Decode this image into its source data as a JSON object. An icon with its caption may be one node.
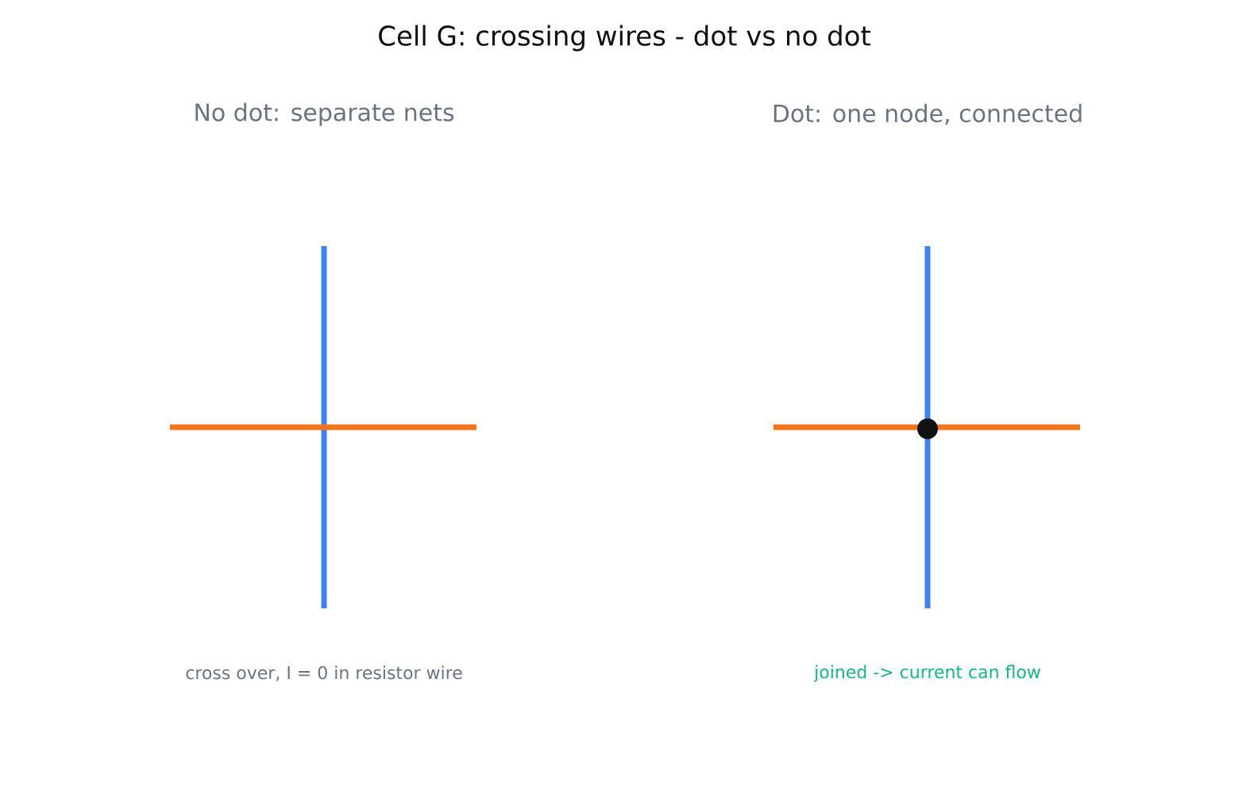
{
  "diagram": {
    "title": "Cell G: crossing wires - dot vs no dot",
    "labels": [
      "No dot: separate nets",
      "Dot: one node, connected",
      "cross over, I = 0 in resistor wire",
      "joined -> current can flow"
    ]
  }
}
